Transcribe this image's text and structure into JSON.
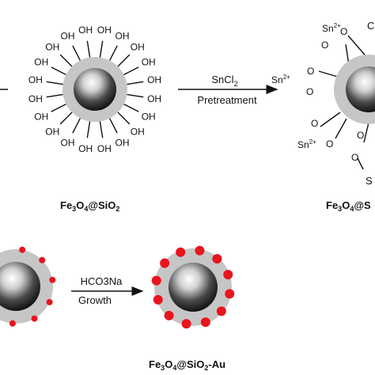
{
  "hydroxyl": {
    "label": "OH"
  },
  "oxygen": {
    "label": "O"
  },
  "tin_ion": {
    "symbol": "Sn",
    "charge": "2+"
  },
  "step1": {
    "reagent_main": "SnCl",
    "reagent_sub": "2",
    "condition": "Pretreatment"
  },
  "step2": {
    "reagent": "HCO3Na",
    "condition": "Growth"
  },
  "caption_top": {
    "fe": "Fe",
    "s3": "3",
    "o": "O",
    "s4": "4",
    "at": "@SiO",
    "s2": "2"
  },
  "caption_top_right": {
    "fe": "Fe",
    "s3": "3",
    "o": "O",
    "s4": "4",
    "at": "@S"
  },
  "caption_bottom": {
    "fe": "Fe",
    "s3": "3",
    "o": "O",
    "s4": "4",
    "at": "@SiO",
    "s2": "2",
    "suffix": "-Au"
  },
  "colors": {
    "shell": "#c6c6c6",
    "gold_dot": "#e8141e",
    "core_dark": "#1a1a1a",
    "core_light": "#ffffff"
  }
}
